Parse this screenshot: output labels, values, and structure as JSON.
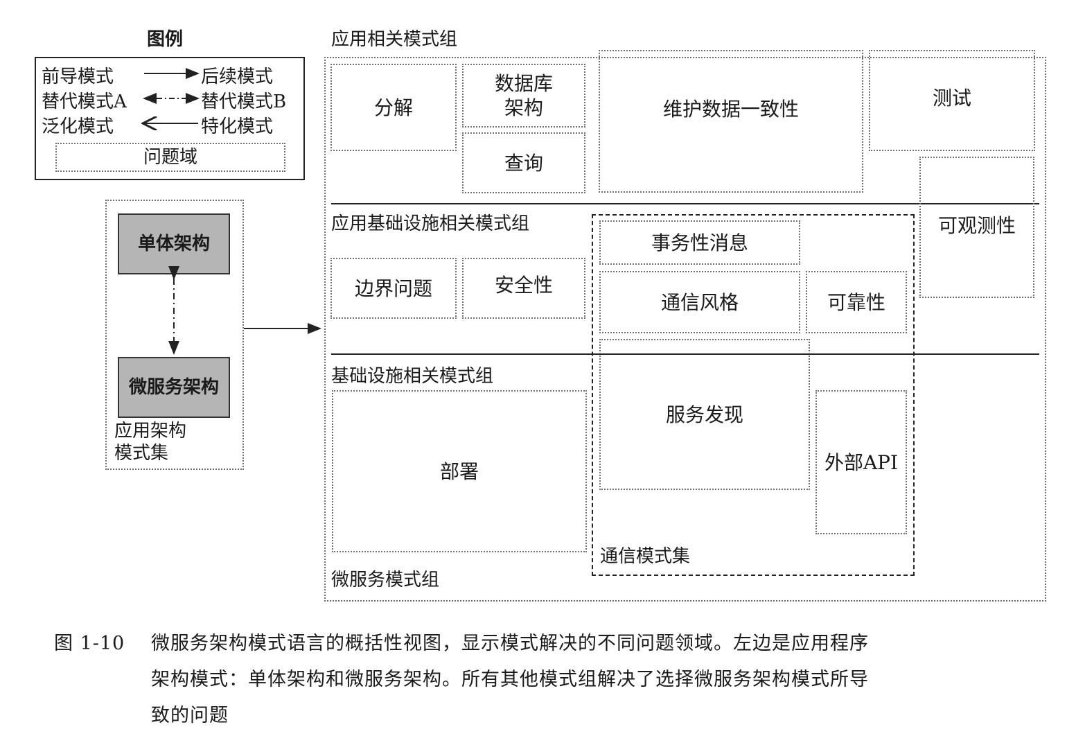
{
  "legend": {
    "title": "图例",
    "row1_left": "前导模式",
    "row1_right": "后续模式",
    "row2_left": "替代模式A",
    "row2_right": "替代模式B",
    "row3_left": "泛化模式",
    "row3_right": "特化模式",
    "problem_domain": "问题域"
  },
  "architecture": {
    "monolith": "单体架构",
    "microservice": "微服务架构",
    "label_line1": "应用架构",
    "label_line2": "模式集"
  },
  "groups": {
    "application": "应用相关模式组",
    "app_infrastructure": "应用基础设施相关模式组",
    "infrastructure": "基础设施相关模式组",
    "microservice": "微服务模式组",
    "communication": "通信模式集"
  },
  "boxes": {
    "decomposition": "分解",
    "database_arch_line1": "数据库",
    "database_arch_line2": "架构",
    "query": "查询",
    "consistency": "维护数据一致性",
    "testing": "测试",
    "observability": "可观测性",
    "boundary": "边界问题",
    "security": "安全性",
    "transactional_messaging": "事务性消息",
    "communication_style": "通信风格",
    "reliability": "可靠性",
    "service_discovery": "服务发现",
    "external_api": "外部API",
    "deployment": "部署"
  },
  "caption": {
    "number": "图 1-10",
    "line1": "微服务架构模式语言的概括性视图，显示模式解决的不同问题领域。左边是应用程序",
    "line2": "架构模式：单体架构和微服务架构。所有其他模式组解决了选择微服务架构模式所导",
    "line3": "致的问题"
  },
  "colors": {
    "arch_box_fill": "#b5b5b5",
    "line": "#222222",
    "dotted": "#6f6f6f"
  }
}
